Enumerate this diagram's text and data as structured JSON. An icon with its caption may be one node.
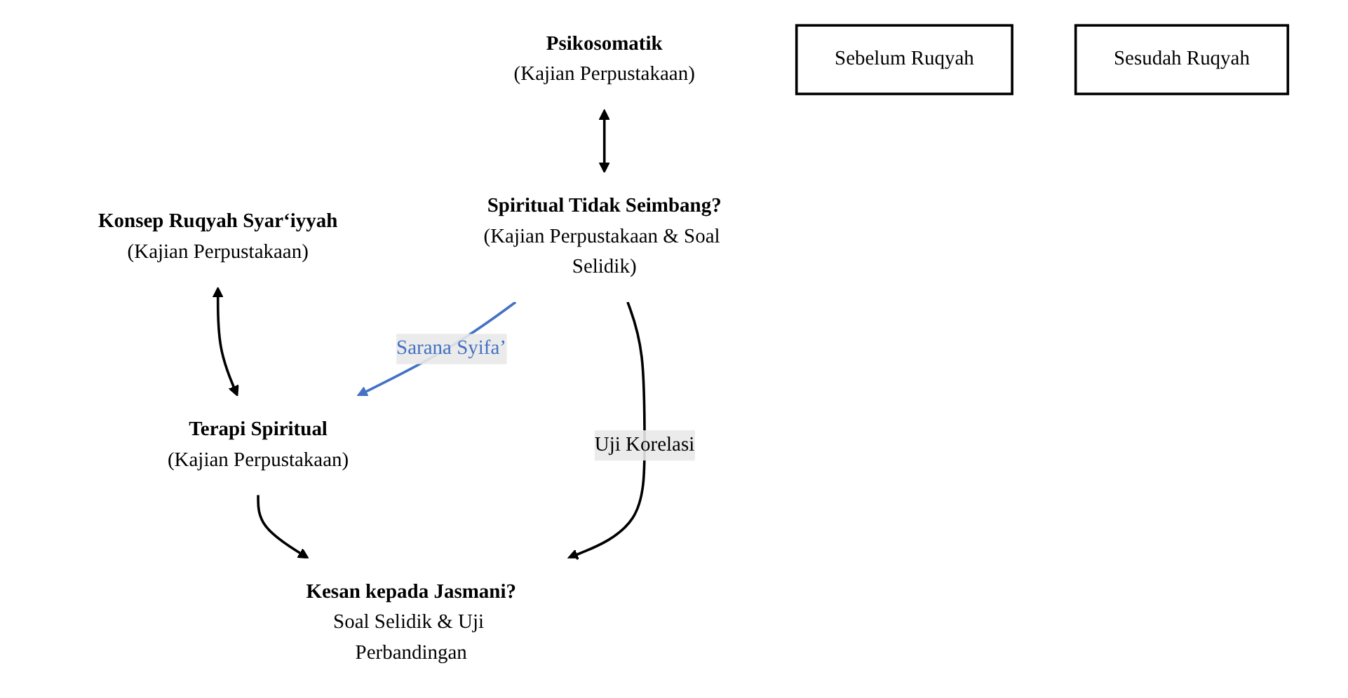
{
  "diagram": {
    "nodes": [
      {
        "text": [
          "Psikosomatik",
          "(Kajian Perpustakaan)"
        ]
      },
      {
        "text": [
          "Konsep Ruqyah Syar‘iyyah",
          "(Kajian Perpustakaan)"
        ]
      },
      {
        "text": [
          "Spiritual Tidak Seimbang?",
          "(Kajian Perpustakaan & Soal Selidik)"
        ]
      },
      {
        "text": [
          "Terapi Spiritual",
          "(Kajian Perpustakaan)"
        ]
      },
      {
        "text": [
          "Sebelum Ruqyah"
        ]
      },
      {
        "text": [
          "Sesudah Ruqyah"
        ]
      },
      {
        "text": [
          "Kesan kepada Jasmani?",
          "Soal Selidik & Uji Perbandingan"
        ]
      }
    ],
    "edges": [
      {
        "from": 0,
        "to": 2,
        "arrow": "both"
      },
      {
        "from": 1,
        "to": 3,
        "arrow": "both"
      },
      {
        "from": 2,
        "to": 3,
        "arrow": "to",
        "label": "Sarana Syifa’",
        "color": "#4472c4"
      },
      {
        "from": 2,
        "to": 6,
        "arrow": "to",
        "label": "Uji Korelasi"
      },
      {
        "from": 3,
        "to": 6,
        "arrow": "to"
      }
    ]
  }
}
